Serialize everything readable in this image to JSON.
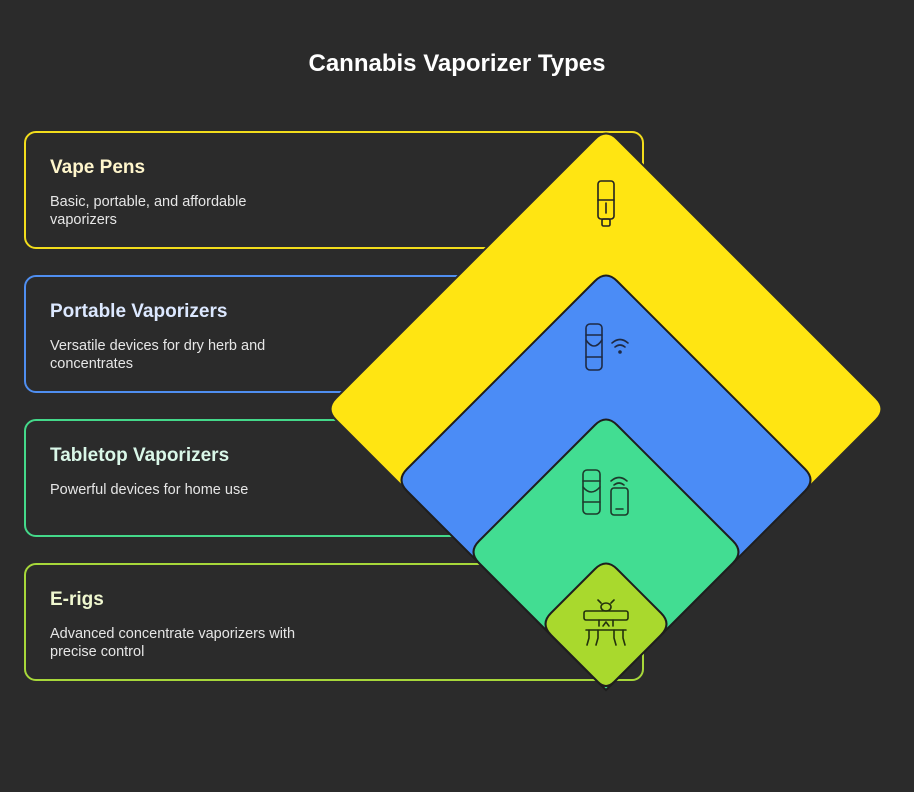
{
  "title": "Cannabis Vaporizer Types",
  "colors": {
    "background": "#2b2b2b",
    "tier1": "#ffe512",
    "tier2": "#4b8cf6",
    "tier3": "#42dd92",
    "tier4": "#a9d92d"
  },
  "tiers": [
    {
      "label": "Vape Pens",
      "description": "Basic, portable, and affordable vaporizers",
      "icon": "vape-pen-icon"
    },
    {
      "label": "Portable Vaporizers",
      "description": "Versatile devices for dry herb and concentrates",
      "icon": "portable-vaporizer-icon"
    },
    {
      "label": "Tabletop Vaporizers",
      "description": "Powerful devices for home use",
      "icon": "tabletop-vaporizer-icon"
    },
    {
      "label": "E-rigs",
      "description": "Advanced concentrate vaporizers with precise control",
      "icon": "e-rig-icon"
    }
  ]
}
